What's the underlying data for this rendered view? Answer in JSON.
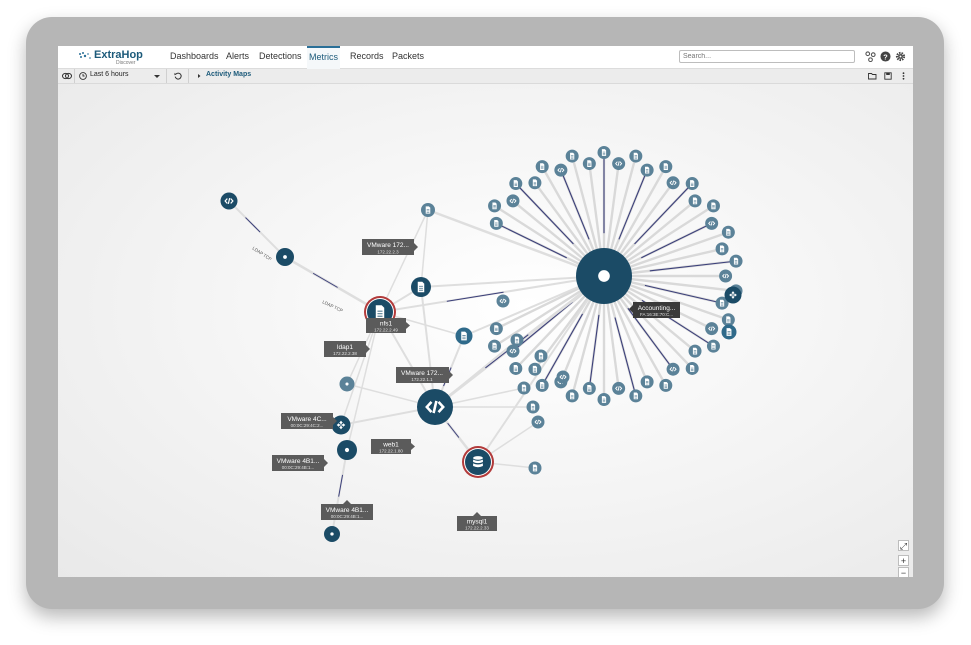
{
  "app": {
    "logo_text": "ExtraHop",
    "logo_sub": "Discover"
  },
  "nav": {
    "items": [
      {
        "label": "Dashboards"
      },
      {
        "label": "Alerts"
      },
      {
        "label": "Detections"
      },
      {
        "label": "Metrics",
        "active": true
      },
      {
        "label": "Records"
      },
      {
        "label": "Packets"
      }
    ],
    "search_placeholder": "Search..."
  },
  "toolbar": {
    "time_range": "Last 6 hours",
    "breadcrumb": "Activity Maps"
  },
  "map": {
    "labels": [
      {
        "title": "VMware 172...",
        "sub": "172.22.2.3"
      },
      {
        "title": "nfs1",
        "sub": "172.22.2.49"
      },
      {
        "title": "ldap1",
        "sub": "172.22.2.38"
      },
      {
        "title": "VMware 172...",
        "sub": "172.22.1.1"
      },
      {
        "title": "VMware 4C...",
        "sub": "00:0C:29:4C:2..."
      },
      {
        "title": "web1",
        "sub": "172.22.1.80"
      },
      {
        "title": "VMware 4B1...",
        "sub": "00:0C:29:4B:1..."
      },
      {
        "title": "VMware 4B1...",
        "sub": "00:0C:29:4B:1..."
      },
      {
        "title": "mysql1",
        "sub": "172.22.2.33"
      },
      {
        "title": "Accounting...",
        "sub": "FA:16:3E:70:C..."
      }
    ],
    "edge_labels": [
      "LDAP TCP",
      "LDAP TCP"
    ]
  },
  "zoom": {
    "fit": "⤢",
    "plus": "+",
    "minus": "−"
  }
}
